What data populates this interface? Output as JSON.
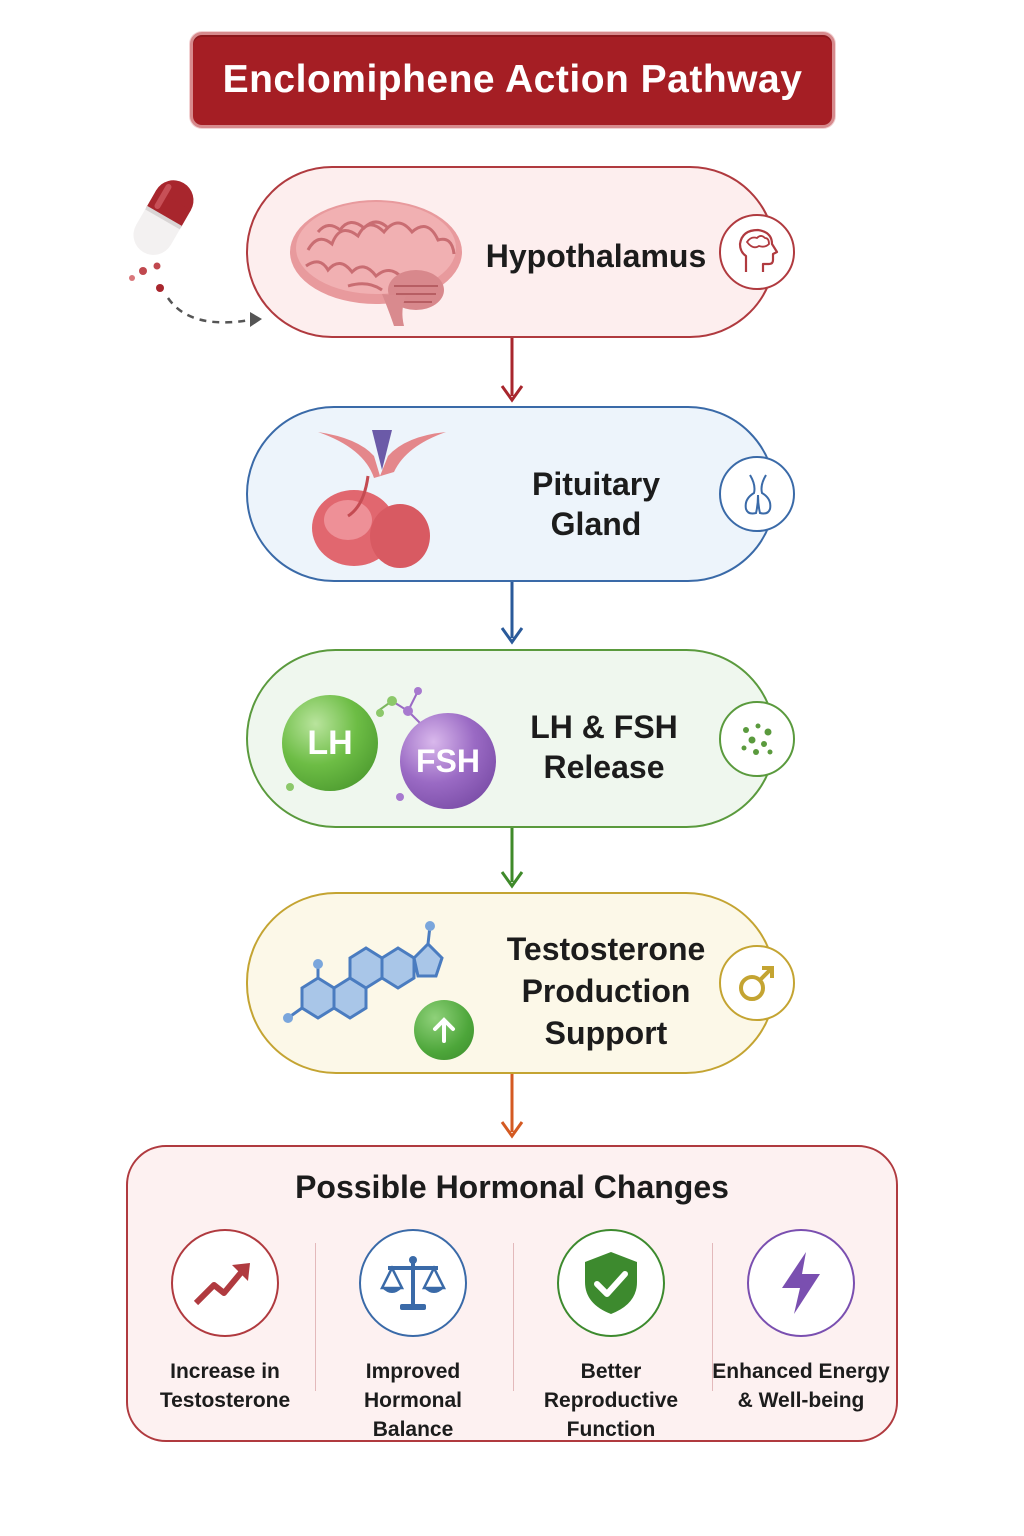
{
  "title": "Enclomiphene Action Pathway",
  "stages": [
    {
      "label": "Hypothalamus",
      "icon": "head-profile-icon",
      "color": "#b03a3f"
    },
    {
      "label": "Pituitary\nGland",
      "icon": "gland-outline-icon",
      "color": "#3a6aa8"
    },
    {
      "label": "LH & FSH\nRelease",
      "icon": "dots-circle-icon",
      "color": "#5a9a3d"
    },
    {
      "label": "Testosterone\nProduction\nSupport",
      "icon": "male-symbol-icon",
      "color": "#c4a432"
    }
  ],
  "hormones": {
    "lh": "LH",
    "fsh": "FSH"
  },
  "summary": {
    "title": "Possible Hormonal Changes",
    "benefits": [
      {
        "label": "Increase in\nTestosterone",
        "icon": "trend-up-arrow-icon",
        "color": "#b03a3f"
      },
      {
        "label": "Improved Hormonal\nBalance",
        "icon": "scales-icon",
        "color": "#3a6aa8"
      },
      {
        "label": "Better Reproductive\nFunction",
        "icon": "shield-check-icon",
        "color": "#3d8a2e"
      },
      {
        "label": "Enhanced Energy\n& Well-being",
        "icon": "lightning-bolt-icon",
        "color": "#7a4fb0"
      }
    ]
  }
}
